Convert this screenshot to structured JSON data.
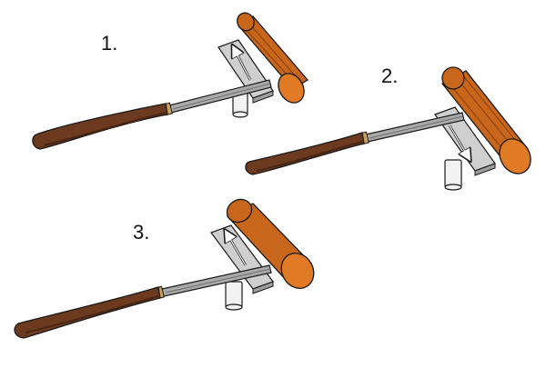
{
  "steps": [
    {
      "label": "1.",
      "arrow": "up"
    },
    {
      "label": "2.",
      "arrow": "down"
    },
    {
      "label": "3.",
      "arrow": "up"
    }
  ],
  "colors": {
    "handle": "#6b3a1f",
    "handle_dark": "#4a2612",
    "ferrule": "#c8a060",
    "blade": "#a9a9a9",
    "blade_dark": "#6e6e6e",
    "rest_plate": "#cfcfcf",
    "rest_shade": "#9e9e9e",
    "post": "#f2f2f2",
    "wood": "#c8661c",
    "wood_end": "#e07a25",
    "outline": "#1a1a1a"
  }
}
